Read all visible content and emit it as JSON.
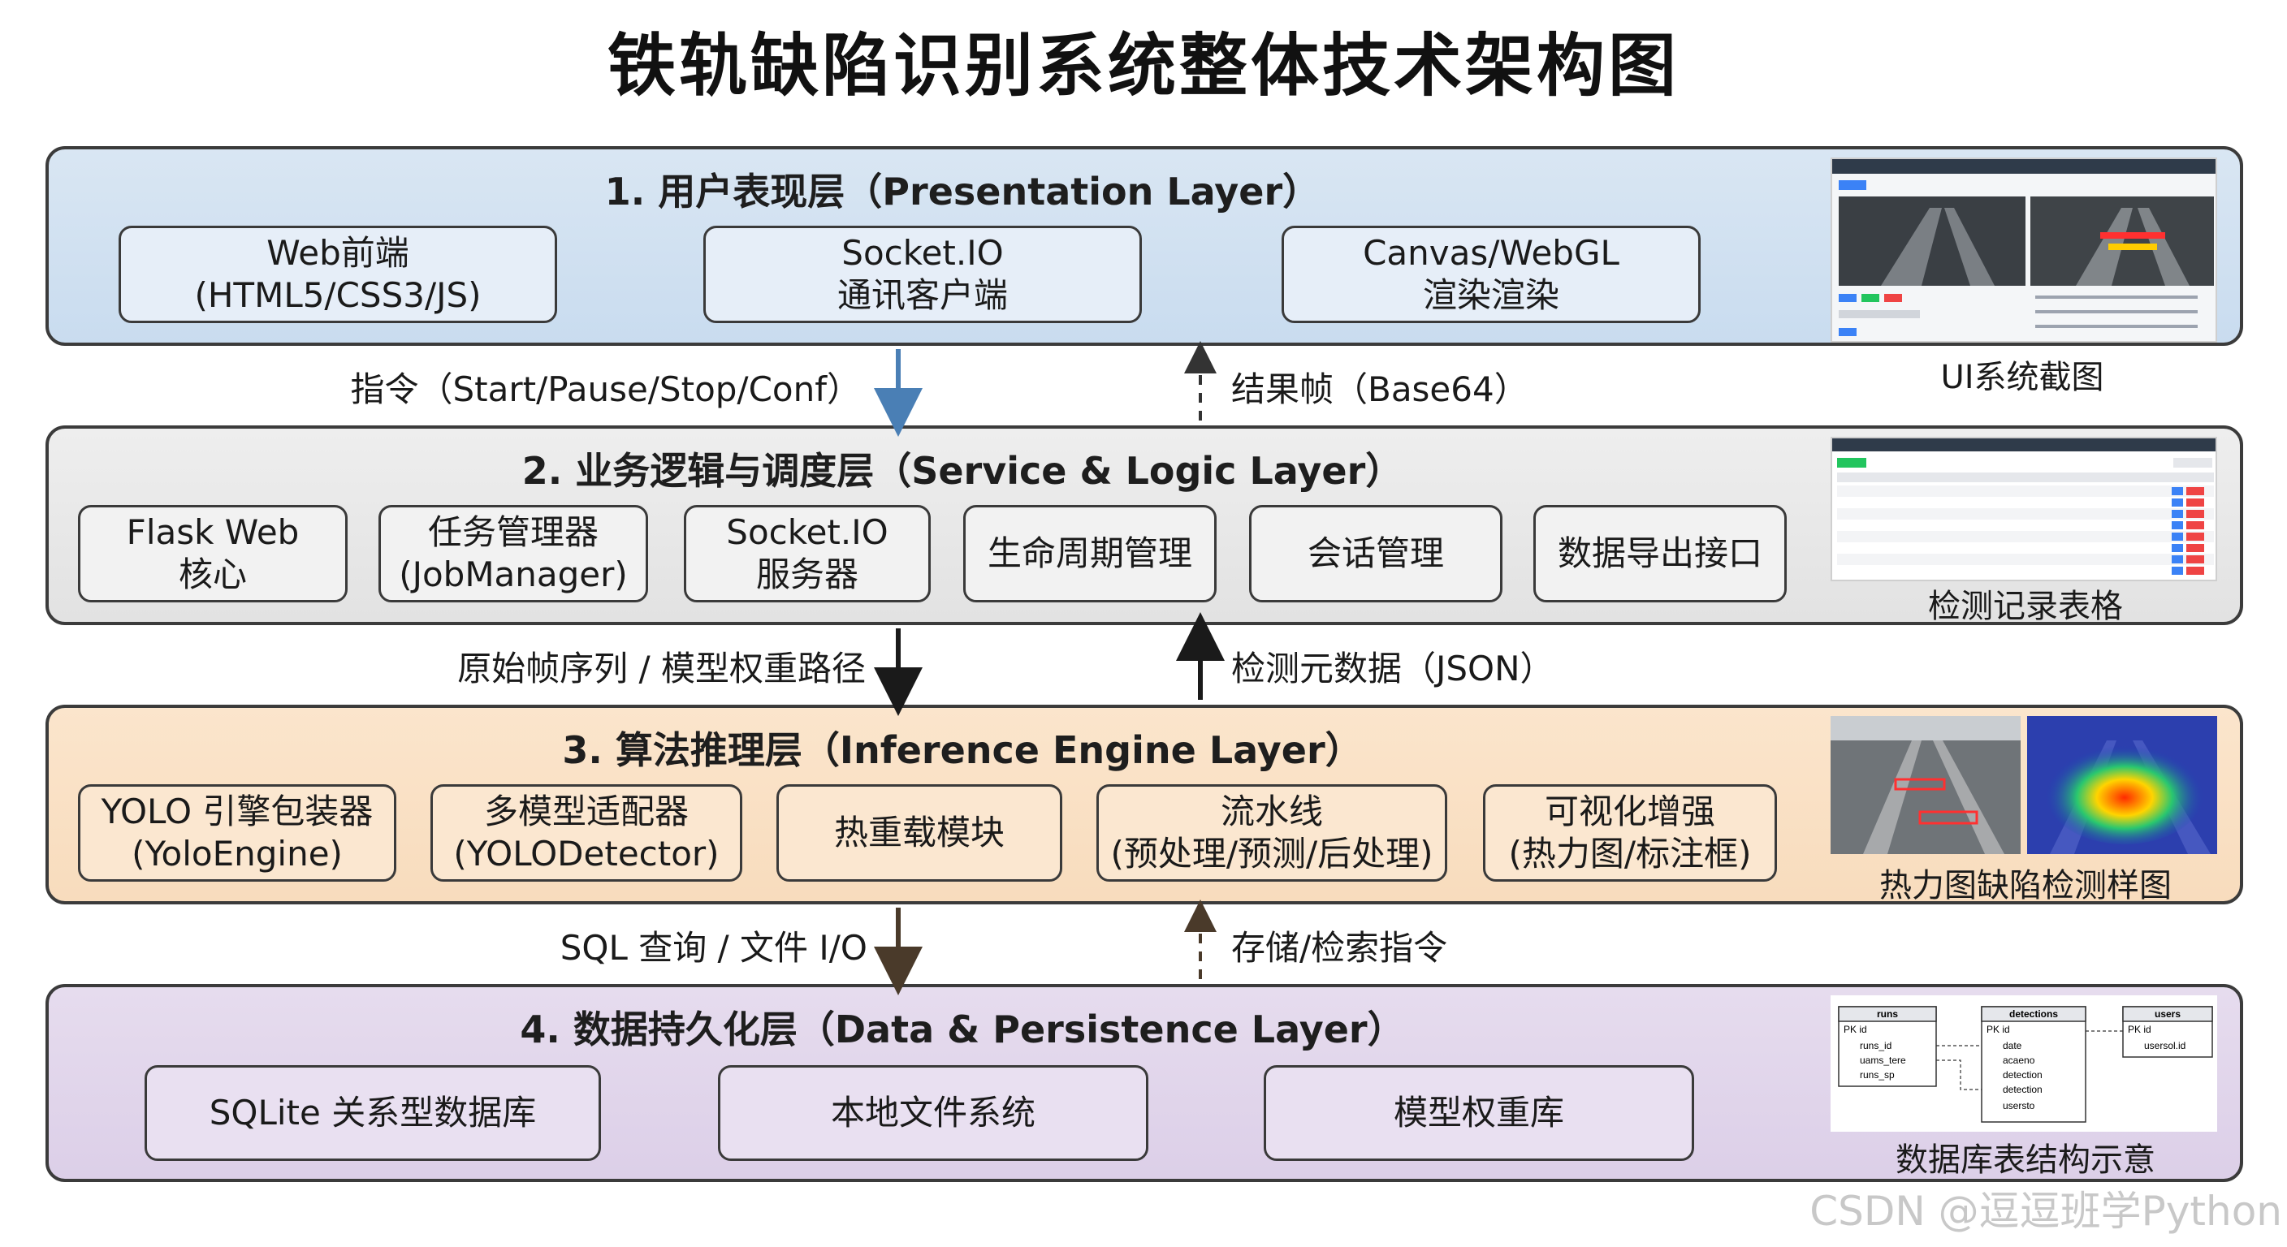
{
  "title": "铁轨缺陷识别系统整体技术架构图",
  "layers": [
    {
      "title": "1. 用户表现层（Presentation Layer）",
      "boxes": [
        {
          "line1": "Web前端",
          "line2": "(HTML5/CSS3/JS)"
        },
        {
          "line1": "Socket.IO",
          "line2": "通讯客户端"
        },
        {
          "line1": "Canvas/WebGL",
          "line2": "渲染渲染"
        }
      ],
      "caption": "UI系统截图"
    },
    {
      "title": "2. 业务逻辑与调度层（Service & Logic Layer）",
      "boxes": [
        {
          "line1": "Flask Web",
          "line2": "核心"
        },
        {
          "line1": "任务管理器",
          "line2": "(JobManager)"
        },
        {
          "line1": "Socket.IO",
          "line2": "服务器"
        },
        {
          "line1": "生命周期管理",
          "line2": ""
        },
        {
          "line1": "会话管理",
          "line2": ""
        },
        {
          "line1": "数据导出接口",
          "line2": ""
        }
      ],
      "caption": "检测记录表格"
    },
    {
      "title": "3. 算法推理层（Inference Engine Layer）",
      "boxes": [
        {
          "line1": "YOLO 引擎包装器",
          "line2": "(YoloEngine)"
        },
        {
          "line1": "多模型适配器",
          "line2": "(YOLODetector)"
        },
        {
          "line1": "热重载模块",
          "line2": ""
        },
        {
          "line1": "流水线",
          "line2": "(预处理/预测/后处理)"
        },
        {
          "line1": "可视化增强",
          "line2": "(热力图/标注框)"
        }
      ],
      "caption": "热力图缺陷检测样图"
    },
    {
      "title": "4. 数据持久化层（Data & Persistence Layer）",
      "boxes": [
        {
          "line1": "SQLite 关系型数据库",
          "line2": ""
        },
        {
          "line1": "本地文件系统",
          "line2": ""
        },
        {
          "line1": "模型权重库",
          "line2": ""
        }
      ],
      "caption": "数据库表结构示意"
    }
  ],
  "connectors": [
    {
      "down_label": "指令（Start/Pause/Stop/Conf）",
      "up_label": "结果帧（Base64）",
      "down_color": "#4a7fb5",
      "up_color": "#333333"
    },
    {
      "down_label": "原始帧序列 / 模型权重路径",
      "up_label": "检测元数据（JSON）",
      "down_color": "#1a1a1a",
      "up_color": "#1a1a1a"
    },
    {
      "down_label": "SQL 查询 / 文件 I/O",
      "up_label": "存储/检索指令",
      "down_color": "#4a3a2a",
      "up_color": "#4a3a2a"
    }
  ],
  "db_schema": {
    "tables": [
      {
        "name": "runs",
        "fields": [
          "PK  id",
          "runs_id",
          "uams_tere",
          "runs_sp"
        ]
      },
      {
        "name": "detections",
        "fields": [
          "PK  id",
          "date",
          "acaeno",
          "detection",
          "detection",
          "usersto"
        ]
      },
      {
        "name": "users",
        "fields": [
          "PK  id",
          "usersol.id"
        ]
      }
    ]
  },
  "watermark": "CSDN @逗逗班学Python",
  "colors": {
    "presentation": "#d9e6f3",
    "service": "#e8e8e8",
    "inference": "#fae1c6",
    "persistence": "#e2d6ec"
  }
}
